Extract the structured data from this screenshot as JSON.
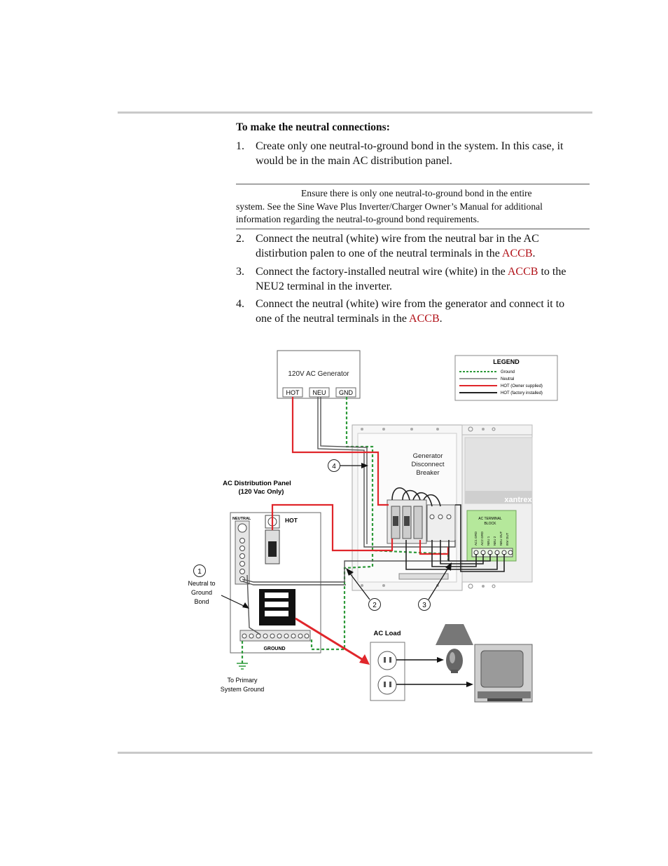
{
  "heading": "To make the neutral connections:",
  "steps": [
    {
      "num": "1.",
      "line1": "Create only one neutral-to-ground bond in the system. In this case, it",
      "line2": "would be in the main AC distribution panel."
    },
    {
      "num": "2.",
      "line1": "Connect the neutral (white) wire from the neutral bar in the AC",
      "line2a": "distirbution palen to one of the neutral terminals in the ",
      "link": "ACCB",
      "tail": "."
    },
    {
      "num": "3.",
      "line1a": "Connect the factory-installed neutral wire (white) in the ",
      "link": "ACCB",
      "line1b": " to the",
      "line2": "NEU2 terminal in the inverter."
    },
    {
      "num": "4.",
      "line1": "Connect the neutral (white) wire from the generator and connect it to",
      "line2a": "one of the neutral terminals in the ",
      "link": "ACCB",
      "tail": "."
    }
  ],
  "note": {
    "line1": "Ensure there is only one neutral-to-ground bond in the entire",
    "line2": "system. See the Sine Wave Plus Inverter/Charger Owner’s Manual for additional",
    "line3": "information regarding the neutral-to-ground bond requirements."
  },
  "diagram": {
    "generator": {
      "title": "120V AC Generator",
      "hot": "HOT",
      "neu": "NEU",
      "gnd": "GND"
    },
    "legend": {
      "title": "LEGEND",
      "items": [
        {
          "label": "Ground",
          "color": "#2e9a3a"
        },
        {
          "label": "Neutral",
          "color": "#9a9a9a"
        },
        {
          "label": "HOT (Owner supplied)",
          "color": "#e0262b"
        },
        {
          "label": "HOT (factory installed)",
          "color": "#222222"
        }
      ]
    },
    "breaker_label": [
      "Generator",
      "Disconnect",
      "Breaker"
    ],
    "panel_title": [
      "AC Distribution Panel",
      "(120 Vac Only)"
    ],
    "neutral_label": "NEUTRAL",
    "hot_label": "HOT",
    "ground_label": "GROUND",
    "brand": "xantrex",
    "terminal_block": [
      "AC TERMINAL",
      "BLOCK"
    ],
    "terminals": [
      "AC1 GRD",
      "AC2 GRD",
      "NEU 1",
      "NEU 2",
      "NEU OUT",
      "INV OUT"
    ],
    "callouts": [
      "1",
      "2",
      "3",
      "4"
    ],
    "bond_label": [
      "Neutral to",
      "Ground",
      "Bond"
    ],
    "ac_load": "AC Load",
    "primary_ground": [
      "To Primary",
      "System Ground"
    ]
  }
}
